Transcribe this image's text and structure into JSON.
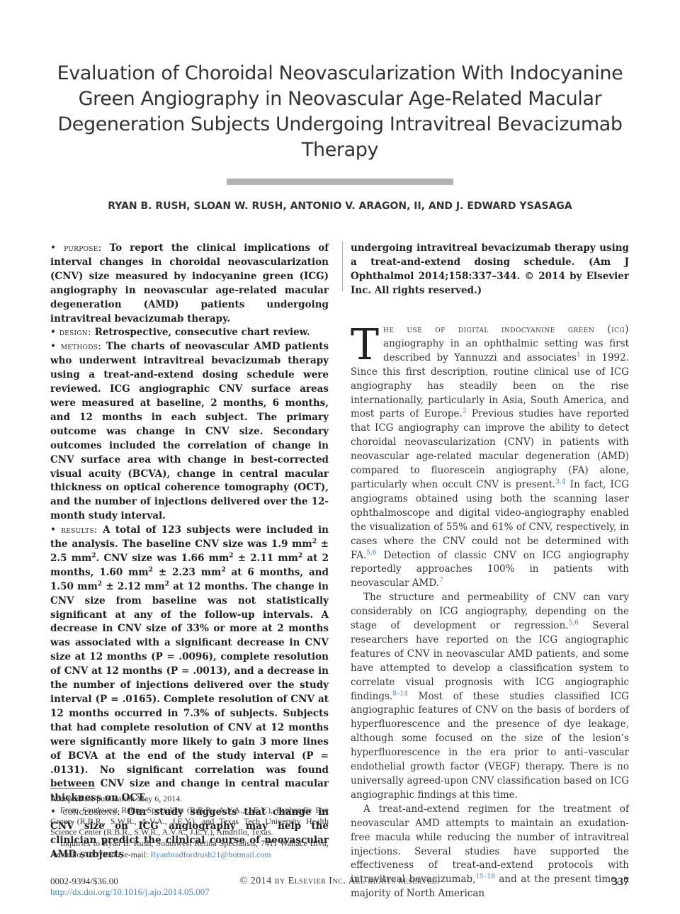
{
  "title": "Evaluation of Choroidal Neovascularization With Indocyanine Green Angiography in Neovascular Age-Related Macular Degeneration Subjects Undergoing Intravitreal Bevacizumab Therapy",
  "authors": "RYAN B. RUSH, SLOAN W. RUSH, ANTONIO V. ARAGON, II, AND J. EDWARD YSASAGA",
  "abstract": {
    "bullet": "•",
    "purpose_label": "purpose:",
    "purpose_text": "To report the clinical implications of interval changes in choroidal neovascularization (CNV) size measured by indocyanine green (ICG) angiography in neovascular age-related macular degeneration (AMD) patients undergoing intravitreal bevacizumab therapy.",
    "design_label": "design:",
    "design_text": "Retrospective, consecutive chart review.",
    "methods_label": "methods:",
    "methods_text": "The charts of neovascular AMD patients who underwent intravitreal bevacizumab therapy using a treat-and-extend dosing schedule were reviewed. ICG angiographic CNV surface areas were measured at baseline, 2 months, 6 months, and 12 months in each subject. The primary outcome was change in CNV size. Secondary outcomes included the correlation of change in CNV surface area with change in best-corrected visual acuity (BCVA), change in central macular thickness on optical coherence tomography (OCT), and the number of injections delivered over the 12-month study interval.",
    "results_label": "results:",
    "results_1": "A total of 123 subjects were included in the analysis. The baseline CNV size was 1.9 mm",
    "results_2": " ± 2.5 mm",
    "results_3": ". CNV size was 1.66 mm",
    "results_4": " ± 2.11 mm",
    "results_5": " at 2 months, 1.60 mm",
    "results_6": " ± 2.23 mm",
    "results_7": " at 6 months, and 1.50 mm",
    "results_8": " ± 2.12 mm",
    "results_9": " at 12 months. The change in CNV size from baseline was not statistically significant at any of the follow-up intervals. A decrease in CNV size of 33% or more at 2 months was associated with a significant decrease in CNV size at 12 months (P = .0096), complete resolution of CNV at 12 months (P = .0013), and a decrease in the number of injections delivered over the study interval (P = .0165). Complete resolution of CNV at 12 months occurred in 7.3% of subjects. Subjects that had complete resolution of CNV at 12 months were significantly more likely to gain 3 more lines of BCVA at the end of the study interval (P = .0131). No significant correlation was found between CNV size and change in central macular thickness on OCT.",
    "sq": "2",
    "conclusions_label": "conclusions:",
    "conclusions_text": "Our study suggests that change in CNV size on ICG angiography may help the clinician predict the clinical course of neovascular AMD subjects",
    "continued": "undergoing intravitreal bevacizumab therapy using a treat-and-extend dosing schedule.",
    "citation": "(Am J Ophthalmol 2014;158:337–344. © 2014 by Elsevier Inc. All rights reserved.)"
  },
  "body": {
    "dropcap": "T",
    "p1_lead": "he use of digital indocyanine green (icg)",
    "p1_a": " angiography in an ophthalmic setting was first described by Yannuzzi and associates",
    "ref1": "1",
    "p1_b": " in 1992. Since this first description, routine clinical use of ICG angiography has steadily been on the rise internationally, particularly in Asia, South America, and most parts of Europe.",
    "ref2": "2",
    "p1_c": " Previous studies have reported that ICG angiography can improve the ability to detect choroidal neovascularization (CNV) in patients with neovascular age-related macular degeneration (AMD) compared to fluorescein angiography (FA) alone, particularly when occult CNV is present.",
    "ref3": "3,4",
    "p1_d": " In fact, ICG angiograms obtained using both the scanning laser ophthalmoscope and digital video-angiography enabled the visualization of 55% and 61% of CNV, respectively, in cases where the CNV could not be determined with FA.",
    "ref4": "5,6",
    "p1_e": " Detection of classic CNV on ICG angiography reportedly approaches 100% in patients with neovascular AMD.",
    "ref5": "7",
    "p2_a": "The structure and permeability of CNV can vary considerably on ICG angiography, depending on the stage of development or regression.",
    "ref6": "5,6",
    "p2_b": " Several researchers have reported on the ICG angiographic features of CNV in neovascular AMD patients, and some have attempted to develop a classification system to correlate visual prognosis with ICG angiographic findings.",
    "ref7": "8–14",
    "p2_c": " Most of these studies classified ICG angiographic features of CNV on the basis of borders of hyperfluorescence and the presence of dye leakage, although some focused on the size of the lesion’s hyperfluorescence in the era prior to anti–vascular endothelial growth factor (VEGF) therapy. There is no universally agreed-upon CNV classification based on ICG angiographic findings at this time.",
    "p3_a": "A treat-and-extend regimen for the treatment of neovascular AMD attempts to maintain an exudation-free macula while reducing the number of intravitreal injections. Several studies have supported the effectiveness of treat-and-extend protocols with intravitreal bevacizumab,",
    "ref8": "15–18",
    "p3_b": " and at the present time, a majority of North American"
  },
  "footnote": {
    "accepted": "Accepted for publication May 6, 2014.",
    "from": "From Southwest Retina Specialists (R.B.R., A.V.A., J.E.Y.), Panhandle Eye Group (R.B.R., S.W.R., A.V.A., J.E.Y.), and Texas Tech University Health Science Center (R.B.R., S.W.R., A.V.A., J.E.Y.), Amarillo, Texas.",
    "inquiries": "Inquiries to Ryan B. Rush, Southwest Retina Specialists, 7411 Wallace Blvd, Amarillo, TX 79106; e-mail: ",
    "email": "Ryanbradfordrush21@hotmail.com"
  },
  "footer": {
    "issn": "0002-9394/$36.00",
    "doi": "http://dx.doi.org/10.1016/j.ajo.2014.05.007",
    "copyright": "© 2014 by Elsevier Inc. All rights reserved.",
    "page": "337"
  }
}
